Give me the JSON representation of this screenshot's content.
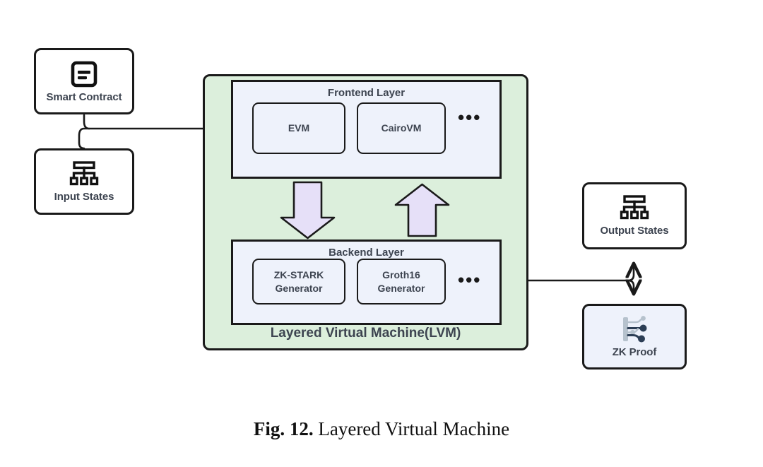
{
  "figure": {
    "caption_bold": "Fig. 12.",
    "caption_text": "Layered Virtual Machine"
  },
  "colors": {
    "container_fill": "#dcefdc",
    "layer_fill": "#eef2fb",
    "chip_fill": "#eef2fb",
    "arrow_fill": "#e6e0f8",
    "stroke": "#1a1a1a",
    "text": "#3d4450",
    "zk_icon_dark": "#2c3e55",
    "zk_icon_light": "#b6c2cd"
  },
  "inputs": [
    {
      "id": "smart-contract",
      "label": "Smart Contract",
      "icon": "contract-document-icon"
    },
    {
      "id": "input-states",
      "label": "Input States",
      "icon": "hierarchy-sitemap-icon"
    }
  ],
  "lvm": {
    "title": "Layered Virtual Machine(LVM)",
    "frontend": {
      "title": "Frontend Layer",
      "components": [
        {
          "label": "EVM"
        },
        {
          "label": "CairoVM"
        }
      ],
      "more": "•••"
    },
    "backend": {
      "title": "Backend Layer",
      "components": [
        {
          "line1": "ZK-STARK",
          "line2": "Generator"
        },
        {
          "line1": "Groth16",
          "line2": "Generator"
        }
      ],
      "more": "•••"
    },
    "internal_arrows": [
      {
        "name": "frontend-to-backend-arrow",
        "direction": "down"
      },
      {
        "name": "backend-to-frontend-arrow",
        "direction": "up"
      }
    ]
  },
  "outputs": [
    {
      "id": "output-states",
      "label": "Output States",
      "icon": "hierarchy-sitemap-icon"
    },
    {
      "id": "zk-proof",
      "label": "ZK Proof",
      "icon": "zk-circuit-icon"
    }
  ],
  "connectors": [
    {
      "name": "inputs-merge-to-lvm-arrow",
      "from": "smart-contract,input-states",
      "to": "frontend-layer"
    },
    {
      "name": "backend-split-to-outputs-arrow",
      "from": "backend-layer",
      "to": "output-states,zk-proof"
    }
  ]
}
